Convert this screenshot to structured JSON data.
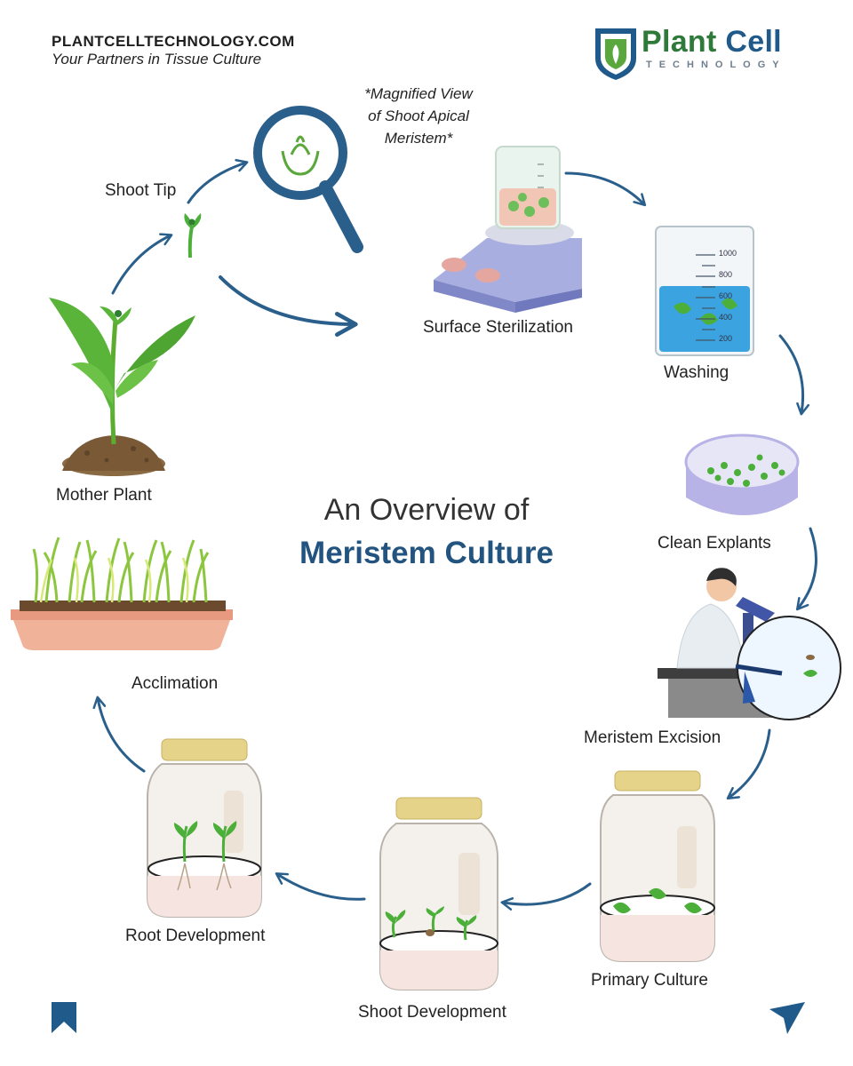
{
  "header": {
    "site": "PLANTCELLTECHNOLOGY.COM",
    "tagline": "Your Partners in Tissue Culture",
    "logo_word_1": "Plant",
    "logo_word_2": "Cell",
    "logo_sub": "TECHNOLOGY"
  },
  "title": {
    "line1": "An Overview of",
    "line2": "Meristem Culture"
  },
  "magnified_note": [
    "*Magnified View",
    "of Shoot Apical",
    "Meristem*"
  ],
  "steps": {
    "shoot_tip": "Shoot Tip",
    "mother_plant": "Mother Plant",
    "surface_sterilization": "Surface Sterilization",
    "washing": "Washing",
    "clean_explants": "Clean Explants",
    "meristem_excision": "Meristem Excision",
    "primary_culture": "Primary Culture",
    "shoot_development": "Shoot Development",
    "root_development": "Root Development",
    "acclimation": "Acclimation"
  },
  "beaker_scale": [
    "1000",
    "800",
    "600",
    "400",
    "200"
  ],
  "colors": {
    "arrow": "#2a5f8c",
    "title_blue": "#22547f",
    "leaf_green": "#4caf3a",
    "jar_lid": "#e6d38a",
    "water_blue": "#3ba3e0"
  },
  "icons": {
    "bottom_left": "bookmark-icon",
    "bottom_right": "send-icon"
  }
}
